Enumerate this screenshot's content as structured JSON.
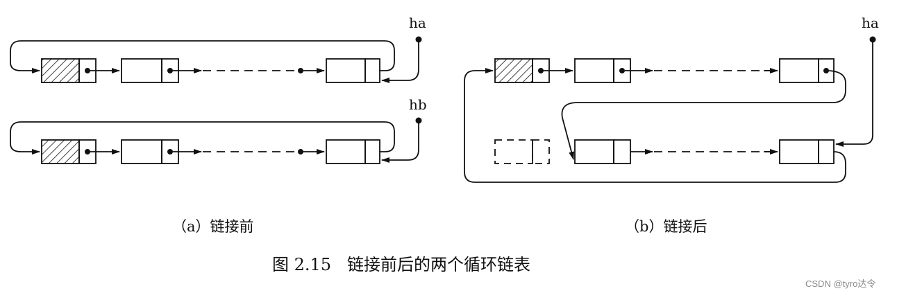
{
  "diagram": {
    "panel_a": {
      "pointer_top": "ha",
      "pointer_bottom": "hb",
      "caption": "（a）链接前"
    },
    "panel_b": {
      "pointer": "ha",
      "caption": "（b）链接后"
    },
    "figure_caption": "图 2.15   链接前后的两个循环链表",
    "watermark": "CSDN @tyro达令"
  },
  "colors": {
    "line": "#111111",
    "background": "#ffffff"
  }
}
